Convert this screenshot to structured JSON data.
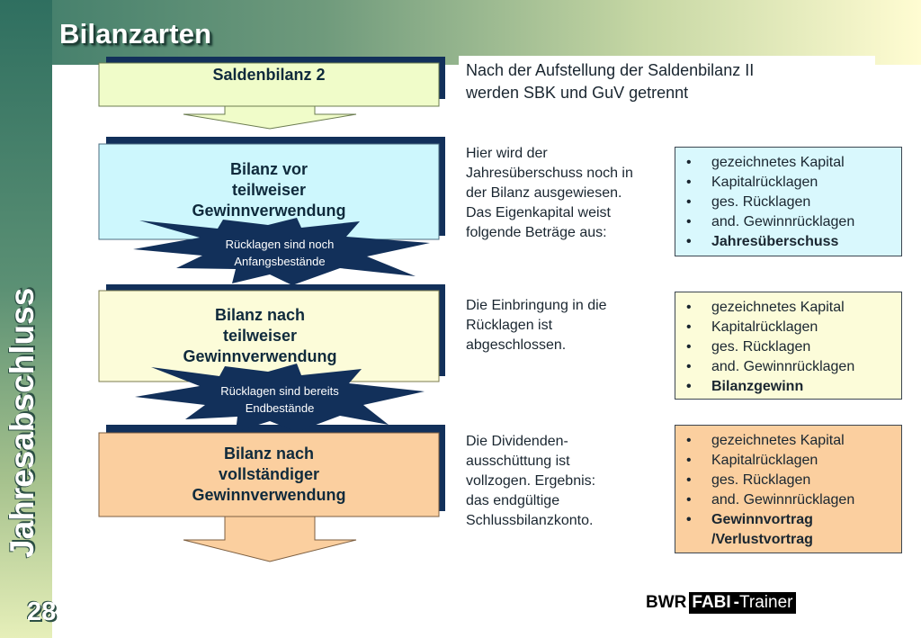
{
  "header": {
    "title": "Bilanzarten"
  },
  "sidebar": {
    "vertical_title": "Jahresabschluss",
    "page_number": "28"
  },
  "flow": {
    "box1": {
      "label": "Saldenbilanz 2"
    },
    "box2": {
      "line1": "Bilanz vor",
      "line2": "teilweiser",
      "line3": "Gewinnverwendung"
    },
    "burst1": {
      "line1": "Rücklagen sind noch",
      "line2": "Anfangsbestände"
    },
    "box3": {
      "line1": "Bilanz nach",
      "line2": "teilweiser",
      "line3": "Gewinnverwendung"
    },
    "burst2": {
      "line1": "Rücklagen sind bereits",
      "line2": "Endbestände"
    },
    "box4": {
      "line1": "Bilanz nach",
      "line2": "vollständiger",
      "line3": "Gewinnverwendung"
    }
  },
  "notes": {
    "top": {
      "line1": "Nach der Aufstellung der Saldenbilanz II",
      "line2": "werden SBK und GuV getrennt"
    },
    "n1": {
      "line1": "Hier wird der",
      "line2": "Jahresüberschuss noch in",
      "line3": "der Bilanz ausgewiesen.",
      "line4": "Das Eigenkapital weist",
      "line5": "folgende Beträge aus:"
    },
    "n2": {
      "line1": "Die Einbringung in die",
      "line2": "Rücklagen ist",
      "line3": "abgeschlossen."
    },
    "n3": {
      "line1": "Die Dividenden-",
      "line2": "ausschüttung ist",
      "line3": "vollzogen. Ergebnis:",
      "line4": "das endgültige",
      "line5": "Schlussbilanzkonto."
    }
  },
  "lists": {
    "list1": [
      "gezeichnetes Kapital",
      "Kapitalrücklagen",
      "ges. Rücklagen",
      "and. Gewinnrücklagen",
      "Jahresüberschuss"
    ],
    "list2": [
      "gezeichnetes Kapital",
      "Kapitalrücklagen",
      "ges. Rücklagen",
      "and. Gewinnrücklagen",
      "Bilanzgewinn"
    ],
    "list3": [
      "gezeichnetes Kapital",
      "Kapitalrücklagen",
      "ges. Rücklagen",
      "and. Gewinnrücklagen",
      "Gewinnvortrag",
      "/Verlustvortrag"
    ]
  },
  "logo": {
    "part1": "BWR",
    "part2": "FABI",
    "part3": "Trainer"
  },
  "colors": {
    "box_green": "#f0fcc9",
    "box_cyan": "#cdf7fd",
    "box_yellow": "#fcfcd9",
    "box_orange": "#fbcf9f",
    "navy": "#12305a"
  }
}
